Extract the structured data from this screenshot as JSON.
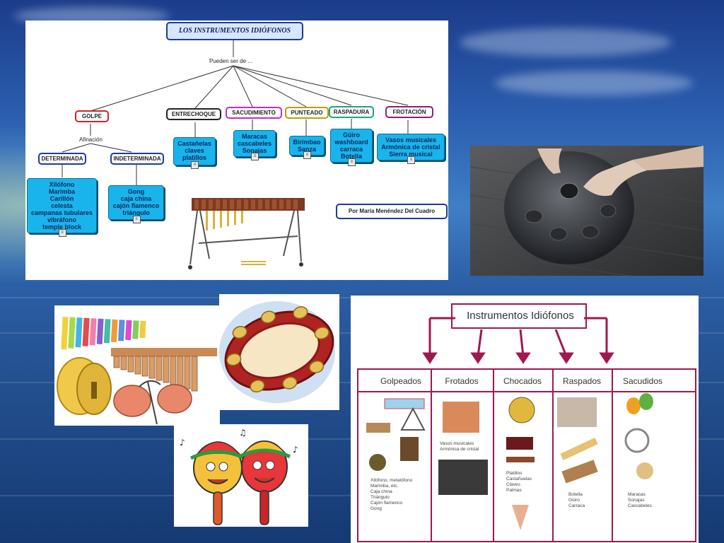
{
  "concept_map": {
    "title": "LOS INSTRUMENTOS IDIÓFONOS",
    "subtitle": "Pueden ser de ...",
    "categories": [
      {
        "label": "GOLPE",
        "color": "#d6202a"
      },
      {
        "label": "ENTRECHOQUE",
        "color": "#222222"
      },
      {
        "label": "SACUDIMIENTO",
        "color": "#c12bd0"
      },
      {
        "label": "PUNTEADO",
        "color": "#b8a000"
      },
      {
        "label": "RASPADURA",
        "color": "#1aa38a"
      },
      {
        "label": "FROTACIÓN",
        "color": "#8e1c7c"
      }
    ],
    "afinacion": "Afinación",
    "determinada": "DETERMINADA",
    "indeterminada": "INDETERMINADA",
    "boxes": {
      "determinada": "Xilófono\nMarimba\nCarillón\ncelesta\ncampanas tubulares\nvibráfono\ntemple block",
      "indeterminada": "Gong\ncaja china\ncajón flamenco\ntriángulo",
      "entrechoque": "Castañelas\nclaves\nplatillos",
      "sacudimiento": "Maracas\ncascabeles\nSonajas",
      "punteado": "Birimbao\nSanza",
      "raspadura": "Güiro\nwashboard\ncarraca\nBotella",
      "frotacion": "Vasos musicales\nArmónica de cristal\nSierra musical"
    },
    "author": "Por María Menéndez Del Cuadro"
  },
  "table": {
    "title": "Instrumentos Idiófonos",
    "columns": [
      "Golpeados",
      "Frotados",
      "Chocados",
      "Raspados",
      "Sacudidos"
    ],
    "texts": {
      "golpeados": "Xilófono, metalófono\nMarimba, etc.\nCaja china\nTriángulo\nCajón flamenco\nGong",
      "frotados": "Vasos musicales\nArmónica de cristal",
      "chocados": "Platillos\nCastañuelas\nClaves\nPalmas",
      "raspados": "Botella\nGüiro\nCarraca",
      "sacudidos": "Maracas\nSonajas\nCascabeles"
    }
  }
}
